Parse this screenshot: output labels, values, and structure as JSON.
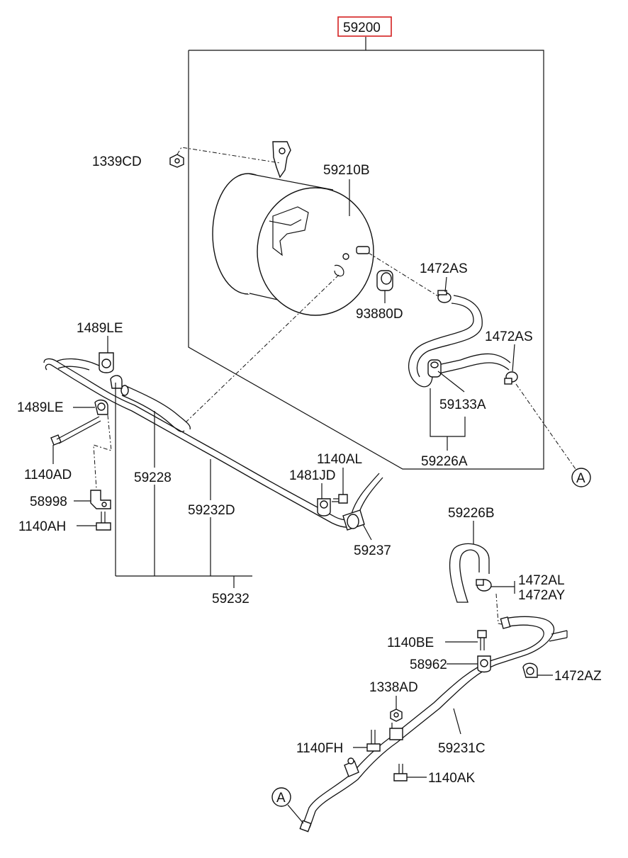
{
  "labels": {
    "assembly": "59200",
    "canister": "59210B",
    "nut_top": "1339CD",
    "vent_valve": "93880D",
    "clamp_1": "1472AS",
    "clamp_2": "1472AS",
    "hose_grommet": "59133A",
    "hose_assy_a": "59226A",
    "ref_a_top": "A",
    "clip_1": "1489LE",
    "clip_2": "1489LE",
    "bolt_1140ad": "1140AD",
    "bracket_58998": "58998",
    "bolt_1140ah": "1140AH",
    "hose_59228": "59228",
    "tube_59232d": "59232D",
    "tube_assy_59232": "59232",
    "bolt_1140al": "1140AL",
    "clip_1481jd": "1481JD",
    "valve_59237": "59237",
    "hose_59226b": "59226B",
    "clamp_1472al": "1472AL",
    "clamp_1472ay": "1472AY",
    "bolt_1140be": "1140BE",
    "clip_58962": "58962",
    "clamp_1472az": "1472AZ",
    "nut_1338ad": "1338AD",
    "bolt_1140fh": "1140FH",
    "tube_59231c": "59231C",
    "bolt_1140ak": "1140AK",
    "ref_a_bottom": "A"
  },
  "colors": {
    "highlight_box": "#d42020",
    "line": "#111111"
  }
}
